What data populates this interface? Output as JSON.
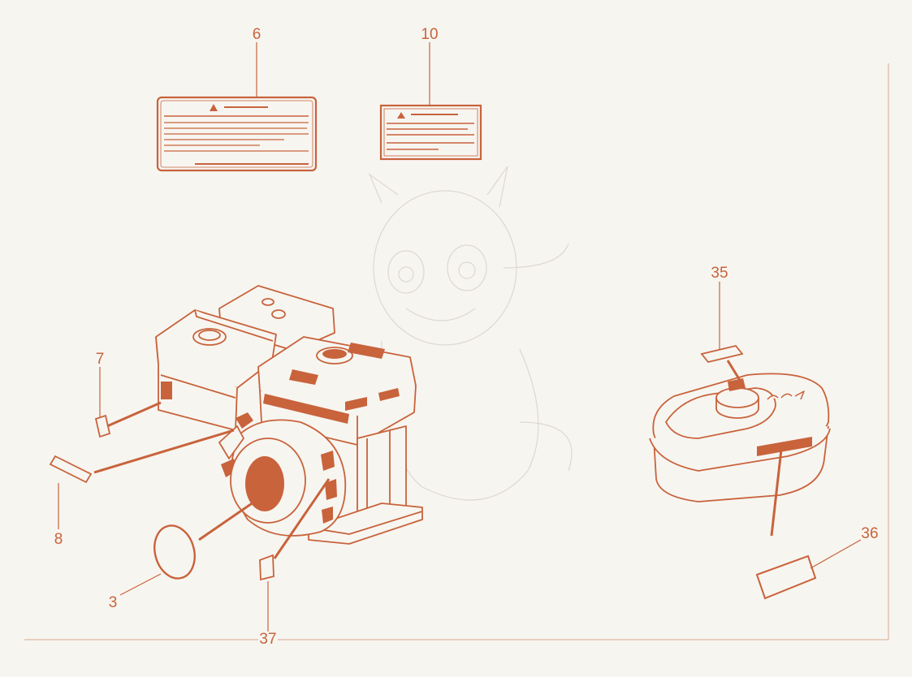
{
  "diagram": {
    "callouts": [
      {
        "id": "c6",
        "label": "6"
      },
      {
        "id": "c10",
        "label": "10"
      },
      {
        "id": "c7",
        "label": "7"
      },
      {
        "id": "c8",
        "label": "8"
      },
      {
        "id": "c3",
        "label": "3"
      },
      {
        "id": "c37",
        "label": "37"
      },
      {
        "id": "c35",
        "label": "35"
      },
      {
        "id": "c36",
        "label": "36"
      }
    ],
    "colors": {
      "line": "#c8633c",
      "fill": "#c8633c",
      "background": "#f7f5f0",
      "frame": "#e2c2b1",
      "watermark": "#d8d2c8"
    }
  }
}
